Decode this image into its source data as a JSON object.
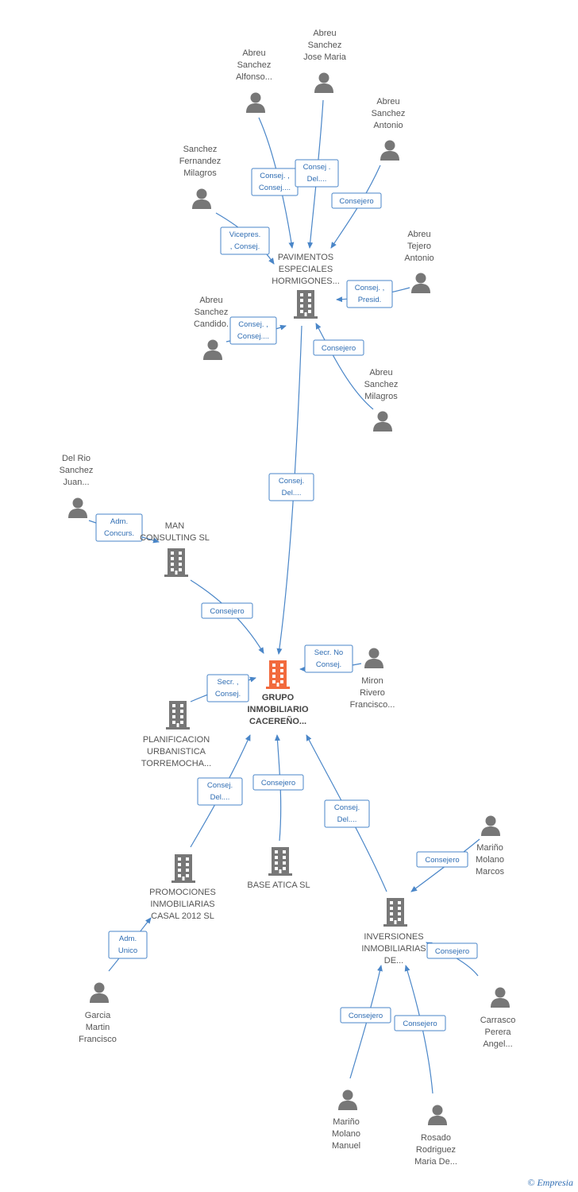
{
  "colors": {
    "edge": "#4a86c8",
    "node": "#777777",
    "main_node": "#f26a3d"
  },
  "nodes": [
    {
      "id": "pav",
      "kind": "company",
      "lines": [
        "PAVIMENTOS",
        "ESPECIALES",
        "HORMIGONES..."
      ]
    },
    {
      "id": "grupo",
      "kind": "company",
      "main": true,
      "lines": [
        "GRUPO",
        "INMOBILIARIO",
        "CACEREÑO..."
      ]
    },
    {
      "id": "man",
      "kind": "company",
      "lines": [
        "MAN",
        "CONSULTING SL"
      ]
    },
    {
      "id": "plan",
      "kind": "company",
      "lines": [
        "PLANIFICACION",
        "URBANISTICA",
        "TORREMOCHA..."
      ]
    },
    {
      "id": "promo",
      "kind": "company",
      "lines": [
        "PROMOCIONES",
        "INMOBILIARIAS",
        "CASAL 2012 SL"
      ]
    },
    {
      "id": "base",
      "kind": "company",
      "lines": [
        "BASE ATICA SL"
      ]
    },
    {
      "id": "inv",
      "kind": "company",
      "lines": [
        "INVERSIONES",
        "INMOBILIARIAS",
        "DE..."
      ]
    },
    {
      "id": "p_jose",
      "kind": "person",
      "lines": [
        "Abreu",
        "Sanchez",
        "Jose Maria"
      ]
    },
    {
      "id": "p_alfonso",
      "kind": "person",
      "lines": [
        "Abreu",
        "Sanchez",
        "Alfonso..."
      ]
    },
    {
      "id": "p_antonio",
      "kind": "person",
      "lines": [
        "Abreu",
        "Sanchez",
        "Antonio"
      ]
    },
    {
      "id": "p_milagros_sf",
      "kind": "person",
      "lines": [
        "Sanchez",
        "Fernandez",
        "Milagros"
      ]
    },
    {
      "id": "p_tejero",
      "kind": "person",
      "lines": [
        "Abreu",
        "Tejero",
        "Antonio"
      ]
    },
    {
      "id": "p_candido",
      "kind": "person",
      "lines": [
        "Abreu",
        "Sanchez",
        "Candido."
      ]
    },
    {
      "id": "p_milagros_as",
      "kind": "person",
      "lines": [
        "Abreu",
        "Sanchez",
        "Milagros"
      ]
    },
    {
      "id": "p_delrio",
      "kind": "person",
      "lines": [
        "Del Rio",
        "Sanchez",
        "Juan..."
      ]
    },
    {
      "id": "p_miron",
      "kind": "person",
      "lines": [
        "Miron",
        "Rivero",
        "Francisco..."
      ]
    },
    {
      "id": "p_garcia",
      "kind": "person",
      "lines": [
        "Garcia",
        "Martin",
        "Francisco"
      ]
    },
    {
      "id": "p_marcos",
      "kind": "person",
      "lines": [
        "Mariño",
        "Molano",
        "Marcos"
      ]
    },
    {
      "id": "p_carrasco",
      "kind": "person",
      "lines": [
        "Carrasco",
        "Perera",
        "Angel..."
      ]
    },
    {
      "id": "p_manuel",
      "kind": "person",
      "lines": [
        "Mariño",
        "Molano",
        "Manuel"
      ]
    },
    {
      "id": "p_rosado",
      "kind": "person",
      "lines": [
        "Rosado",
        "Rodriguez",
        "Maria De..."
      ]
    }
  ],
  "edges": [
    {
      "id": "e_alfonso",
      "lines": [
        "Consej. ,",
        "Consej...."
      ]
    },
    {
      "id": "e_jose",
      "lines": [
        "Consej .",
        "Del...."
      ]
    },
    {
      "id": "e_antonio",
      "lines": [
        "Consejero"
      ]
    },
    {
      "id": "e_milagros_sf",
      "lines": [
        "Vicepres.",
        ", Consej."
      ]
    },
    {
      "id": "e_tejero",
      "lines": [
        "Consej. ,",
        "Presid."
      ]
    },
    {
      "id": "e_candido",
      "lines": [
        "Consej. ,",
        "Consej...."
      ]
    },
    {
      "id": "e_milagros_as",
      "lines": [
        "Consejero"
      ]
    },
    {
      "id": "e_pav_grupo",
      "lines": [
        "Consej.",
        "Del...."
      ]
    },
    {
      "id": "e_delrio",
      "lines": [
        "Adm.",
        "Concurs."
      ]
    },
    {
      "id": "e_man",
      "lines": [
        "Consejero"
      ]
    },
    {
      "id": "e_miron",
      "lines": [
        "Secr.  No",
        "Consej."
      ]
    },
    {
      "id": "e_plan",
      "lines": [
        "Secr. ,",
        "Consej."
      ]
    },
    {
      "id": "e_promo",
      "lines": [
        "Consej.",
        "Del...."
      ]
    },
    {
      "id": "e_base",
      "lines": [
        "Consejero"
      ]
    },
    {
      "id": "e_inv",
      "lines": [
        "Consej.",
        "Del...."
      ]
    },
    {
      "id": "e_garcia",
      "lines": [
        "Adm.",
        "Unico"
      ]
    },
    {
      "id": "e_marcos",
      "lines": [
        "Consejero"
      ]
    },
    {
      "id": "e_carrasco",
      "lines": [
        "Consejero"
      ]
    },
    {
      "id": "e_manuel",
      "lines": [
        "Consejero"
      ]
    },
    {
      "id": "e_rosado",
      "lines": [
        "Consejero"
      ]
    }
  ],
  "footer": {
    "copyright": "© Empresia"
  }
}
